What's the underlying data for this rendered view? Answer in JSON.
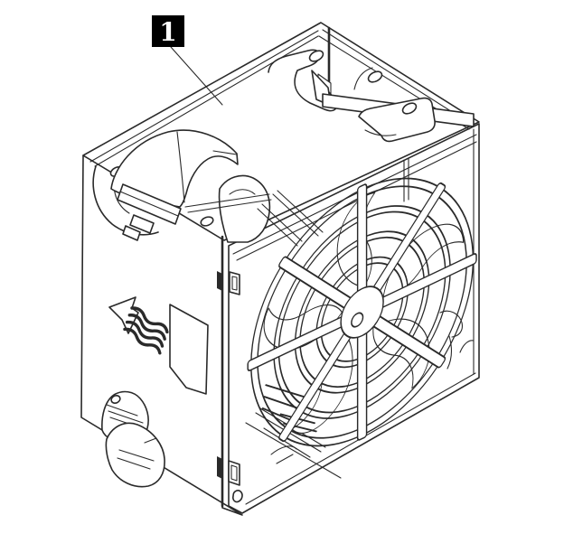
{
  "illustration": {
    "subject": "hot-swap-fan-assembly-line-drawing",
    "background_color": "#ffffff",
    "line_color": "#2a2a2a",
    "callout": {
      "label": "1",
      "bg_color": "#000000",
      "text_color": "#ffffff"
    },
    "elements": {
      "airflow_arrow_icon": "airflow-direction-arrow-with-wavy-lines",
      "fan_grille": "concentric-ring-grille-with-radial-spokes",
      "fan_blades": "fan-blades-behind-grille",
      "handle": "folded-carry-handle-on-top",
      "label_sticker": "blank-label-sticker",
      "latches": "front-edge-mounting-latches",
      "screw_holes": "oval-screw-holes",
      "feet": "bottom-corner-grip-feet"
    }
  }
}
